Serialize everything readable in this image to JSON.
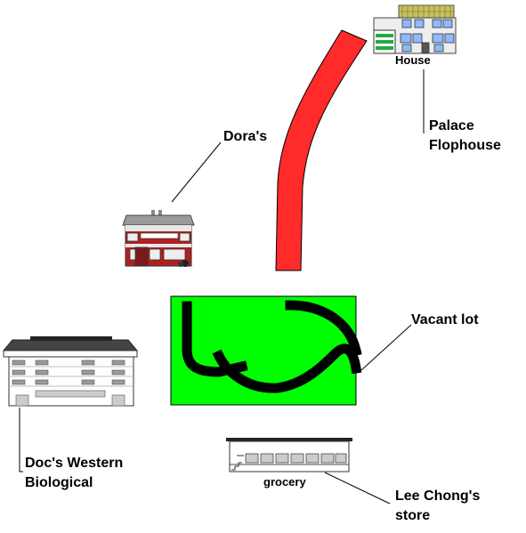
{
  "labels": {
    "house_sign": "House",
    "palace_line1": "Palace",
    "palace_line2": "Flophouse",
    "doras": "Dora's",
    "vacant_lot": "Vacant lot",
    "docs_line1": "Doc's Western",
    "docs_line2": "Biological",
    "grocery_sign": "grocery",
    "lee_line1": "Lee Chong's",
    "lee_line2": "store"
  },
  "colors": {
    "road": "#ff2a2a",
    "lot": "#00ff00",
    "path": "#000000",
    "roof_gray": "#9a9a9a",
    "brick_red": "#b02020",
    "window_blue": "#8fb8ff",
    "roof_check": "#c8c060"
  }
}
